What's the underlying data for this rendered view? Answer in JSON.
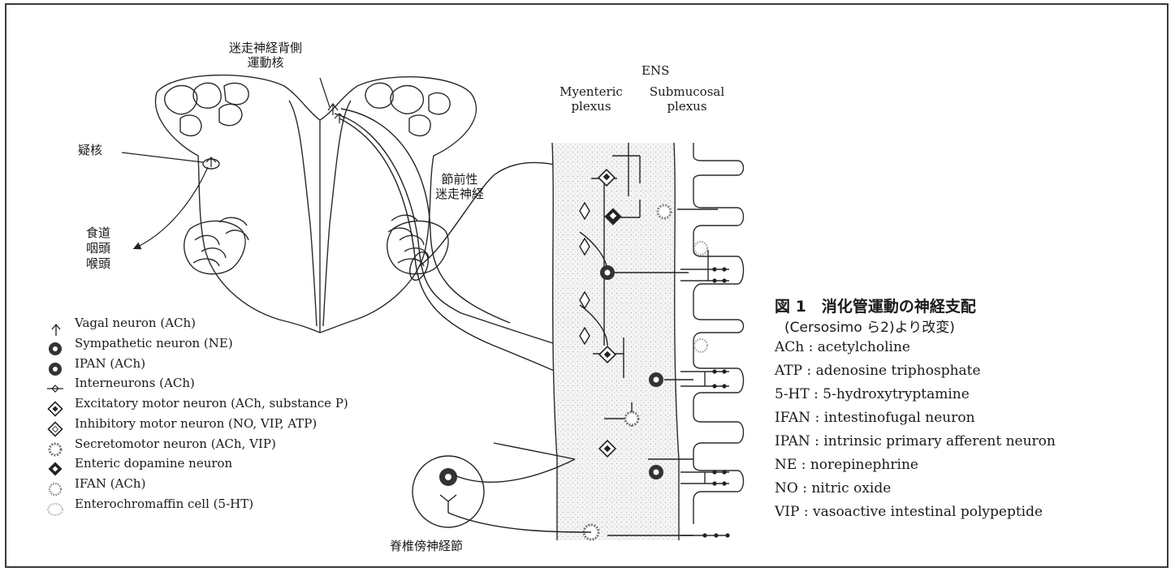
{
  "brainstem_labels": {
    "dorsal_motor_nucleus": [
      "迷走神経背側",
      "運動核"
    ],
    "nucleus_ambiguus": "疑核",
    "targets": [
      "食道",
      "咽頭",
      "喉頭"
    ],
    "preganglionic_vagus": [
      "節前性",
      "迷走神経"
    ],
    "paravertebral_ganglion": "脊椎傍神経節"
  },
  "ens": {
    "title": "ENS",
    "myenteric": [
      "Myenteric",
      "plexus"
    ],
    "submucosal": [
      "Submucosal",
      "plexus"
    ]
  },
  "legend": [
    {
      "icon": "vagal-neuron-icon",
      "text": "Vagal neuron (ACh)"
    },
    {
      "icon": "sympathetic-neuron-icon",
      "text": "Sympathetic neuron (NE)"
    },
    {
      "icon": "ipan-icon",
      "text": "IPAN (ACh)"
    },
    {
      "icon": "interneuron-icon",
      "text": "Interneurons (ACh)"
    },
    {
      "icon": "excitatory-motor-neuron-icon",
      "text": "Excitatory motor neuron (ACh, substance P)"
    },
    {
      "icon": "inhibitory-motor-neuron-icon",
      "text": "Inhibitory motor neuron (NO, VIP, ATP)"
    },
    {
      "icon": "secretomotor-neuron-icon",
      "text": "Secretomotor neuron (ACh, VIP)"
    },
    {
      "icon": "enteric-dopamine-neuron-icon",
      "text": "Enteric dopamine neuron"
    },
    {
      "icon": "ifan-icon",
      "text": "IFAN (ACh)"
    },
    {
      "icon": "enterochromaffin-cell-icon",
      "text": "Enterochromaffin cell (5-HT)"
    }
  ],
  "caption": {
    "title": "図 1　消化管運動の神経支配",
    "source": "(Cersosimo ら2)より改変)"
  },
  "abbreviations": [
    {
      "abbr": "ACh",
      "full": "acetylcholine"
    },
    {
      "abbr": "ATP",
      "full": "adenosine triphosphate"
    },
    {
      "abbr": "5-HT",
      "full": "5-hydroxytryptamine"
    },
    {
      "abbr": "IFAN",
      "full": "intestinofugal neuron"
    },
    {
      "abbr": "IPAN",
      "full": "intrinsic primary afferent neuron"
    },
    {
      "abbr": "NE",
      "full": "norepinephrine"
    },
    {
      "abbr": "NO",
      "full": "nitric oxide"
    },
    {
      "abbr": "VIP",
      "full": "vasoactive intestinal polypeptide"
    }
  ]
}
